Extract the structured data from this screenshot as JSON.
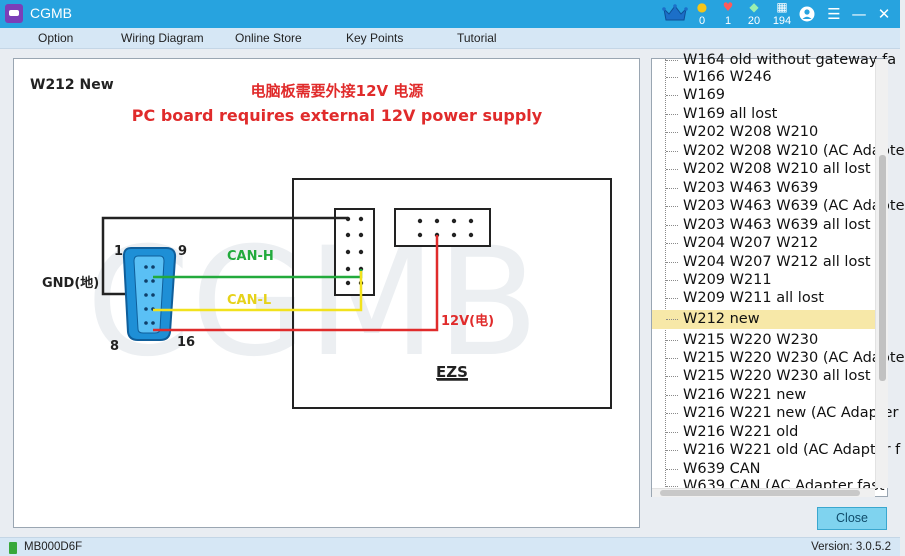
{
  "app": {
    "title": "CGMB"
  },
  "titlebar": {
    "stats": [
      {
        "name": "coins",
        "symbol": "●",
        "value": "0",
        "color": "#f5c518"
      },
      {
        "name": "hearts",
        "symbol": "♥",
        "value": "1",
        "color": "#ff5a5a"
      },
      {
        "name": "gems",
        "symbol": "◆",
        "value": "20",
        "color": "#9af0b0"
      },
      {
        "name": "tokens",
        "symbol": "▦",
        "value": "194",
        "color": "#ffffff"
      }
    ]
  },
  "menu": {
    "items": [
      "Option",
      "Wiring Diagram",
      "Online Store",
      "Key Points",
      "Tutorial"
    ]
  },
  "diagram": {
    "model_title": "W212 New",
    "notice_cn": "电脑板需要外接12V 电源",
    "notice_en": "PC board requires external 12V power supply",
    "gnd_label": "GND(地)",
    "pin_labels": {
      "pin1": "1",
      "pin9": "9",
      "pin8": "8",
      "pin16": "16"
    },
    "can_h_label": "CAN-H",
    "can_l_label": "CAN-L",
    "power_label": "12V(电)",
    "module_label": "EZS",
    "watermark": "CGMB",
    "colors": {
      "gnd": "#222222",
      "can_h": "#22aa3c",
      "can_l": "#f2e21d",
      "power": "#e02b2b",
      "notice": "#e02b2b",
      "obd": "#1e8fd6"
    }
  },
  "vehicle_list": {
    "items": [
      {
        "label": "W164 old without gateway fa",
        "selected": false
      },
      {
        "label": "W166 W246",
        "selected": false
      },
      {
        "label": "W169",
        "selected": false
      },
      {
        "label": "W169 all lost",
        "selected": false
      },
      {
        "label": "W202 W208 W210",
        "selected": false
      },
      {
        "label": "W202 W208 W210 (AC Adapte",
        "selected": false
      },
      {
        "label": "W202 W208 W210 all lost",
        "selected": false
      },
      {
        "label": "W203 W463 W639",
        "selected": false
      },
      {
        "label": "W203 W463 W639 (AC Adapte",
        "selected": false
      },
      {
        "label": "W203 W463 W639 all lost",
        "selected": false
      },
      {
        "label": "W204 W207 W212",
        "selected": false
      },
      {
        "label": "W204 W207 W212 all lost",
        "selected": false
      },
      {
        "label": "W209 W211",
        "selected": false
      },
      {
        "label": "W209 W211 all lost",
        "selected": false
      },
      {
        "label": "W212 new",
        "selected": true
      },
      {
        "label": "W215 W220 W230",
        "selected": false
      },
      {
        "label": "W215 W220 W230 (AC Adapte",
        "selected": false
      },
      {
        "label": "W215 W220 W230 all lost",
        "selected": false
      },
      {
        "label": "W216 W221 new",
        "selected": false
      },
      {
        "label": "W216 W221 new (AC Adapter",
        "selected": false
      },
      {
        "label": "W216 W221 old",
        "selected": false
      },
      {
        "label": "W216 W221 old (AC Adapter f",
        "selected": false
      },
      {
        "label": "W639 CAN",
        "selected": false
      },
      {
        "label": "W639 CAN (AC Adapter fast",
        "selected": false
      }
    ]
  },
  "buttons": {
    "close": "Close"
  },
  "status": {
    "device_id": "MB000D6F",
    "version": "Version: 3.0.5.2"
  }
}
